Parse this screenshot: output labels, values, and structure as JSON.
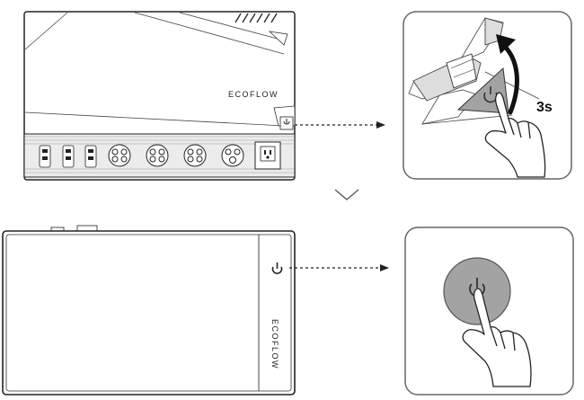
{
  "brand": {
    "logo_text": "ECOFLOW",
    "vertical_text": "ECOFLOW"
  },
  "step_one": {
    "hold_duration": "3s",
    "icons": [
      "power-icon",
      "curved-arrow-icon",
      "pointing-hand-icon"
    ]
  },
  "step_two": {
    "icons": [
      "power-icon",
      "pointing-hand-icon"
    ]
  },
  "connector": {
    "icons": [
      "chevron-down-icon",
      "dotted-arrow-icon"
    ]
  },
  "colors": {
    "line": "#222222",
    "panel_fill": "#eeeeee",
    "button_fill": "#a3a3a3",
    "border_gray": "#777777",
    "callout_border": "#666666"
  }
}
